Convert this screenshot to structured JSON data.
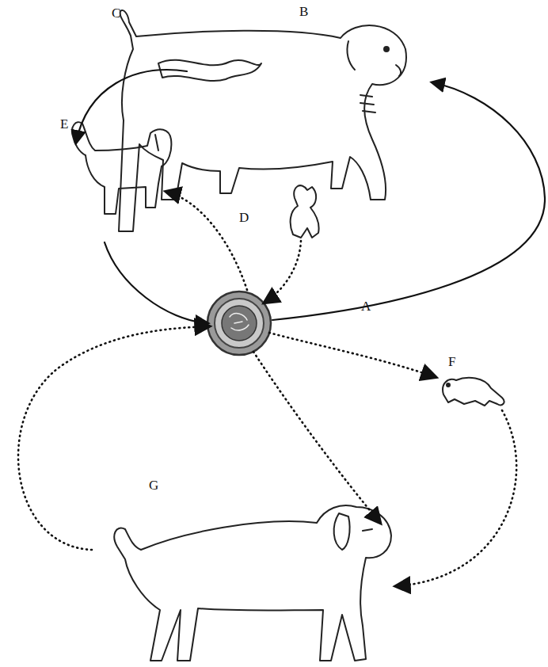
{
  "diagram": {
    "labels": [
      "C",
      "B",
      "E",
      "D",
      "A",
      "F",
      "G"
    ]
  }
}
